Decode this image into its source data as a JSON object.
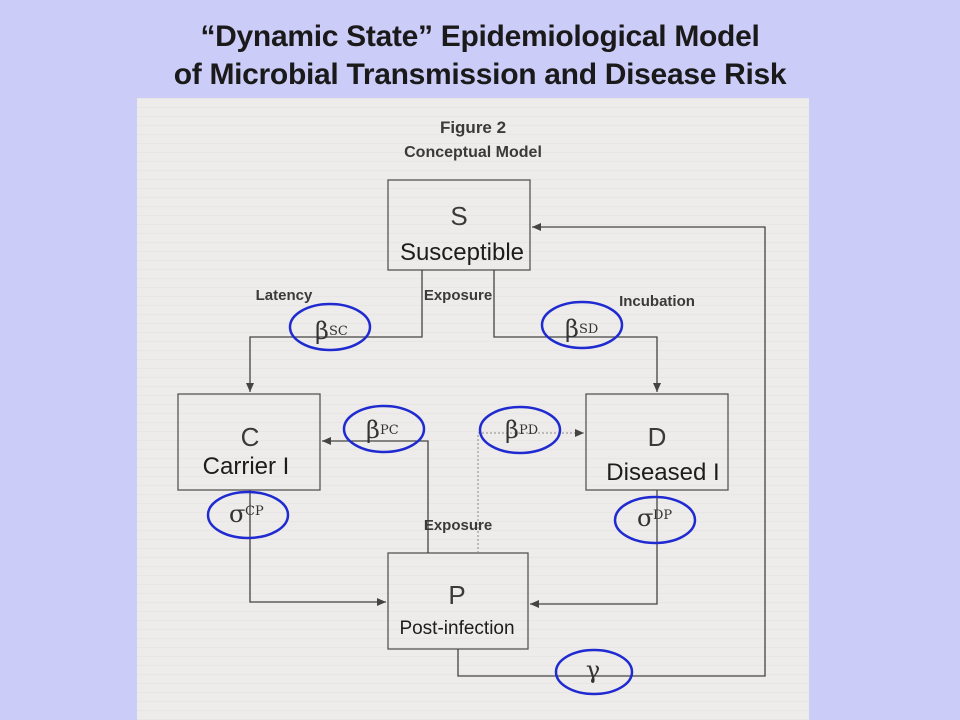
{
  "title": {
    "line1": "“Dynamic State” Epidemiological Model",
    "line2": "of Microbial Transmission and Disease Risk"
  },
  "figure": {
    "caption_line1": "Figure 2",
    "caption_line2": "Conceptual Model"
  },
  "nodes": {
    "S": {
      "letter": "S",
      "name": "Susceptible"
    },
    "C": {
      "letter": "C",
      "name": "Carrier I"
    },
    "D": {
      "letter": "D",
      "name": "Diseased I"
    },
    "P": {
      "letter": "P",
      "name": "Post-infection"
    }
  },
  "edge_labels": {
    "latency": "Latency",
    "exposure_top": "Exposure",
    "incubation": "Incubation",
    "exposure_bottom": "Exposure"
  },
  "params": {
    "beta_sc": {
      "symbol": "β",
      "sub": "SC"
    },
    "beta_sd": {
      "symbol": "β",
      "sub": "SD"
    },
    "beta_pc": {
      "symbol": "β",
      "sub": "PC"
    },
    "beta_pd": {
      "symbol": "β",
      "sub": "PD"
    },
    "sigma_cp": {
      "symbol": "σ",
      "sub": "CP"
    },
    "sigma_dp": {
      "symbol": "σ",
      "sub": "DP"
    },
    "gamma": {
      "symbol": "γ"
    }
  },
  "colors": {
    "background": "#ccccf8",
    "scan": "#edecea",
    "highlight_ellipse": "#1f2bd0",
    "line": "#444444"
  }
}
